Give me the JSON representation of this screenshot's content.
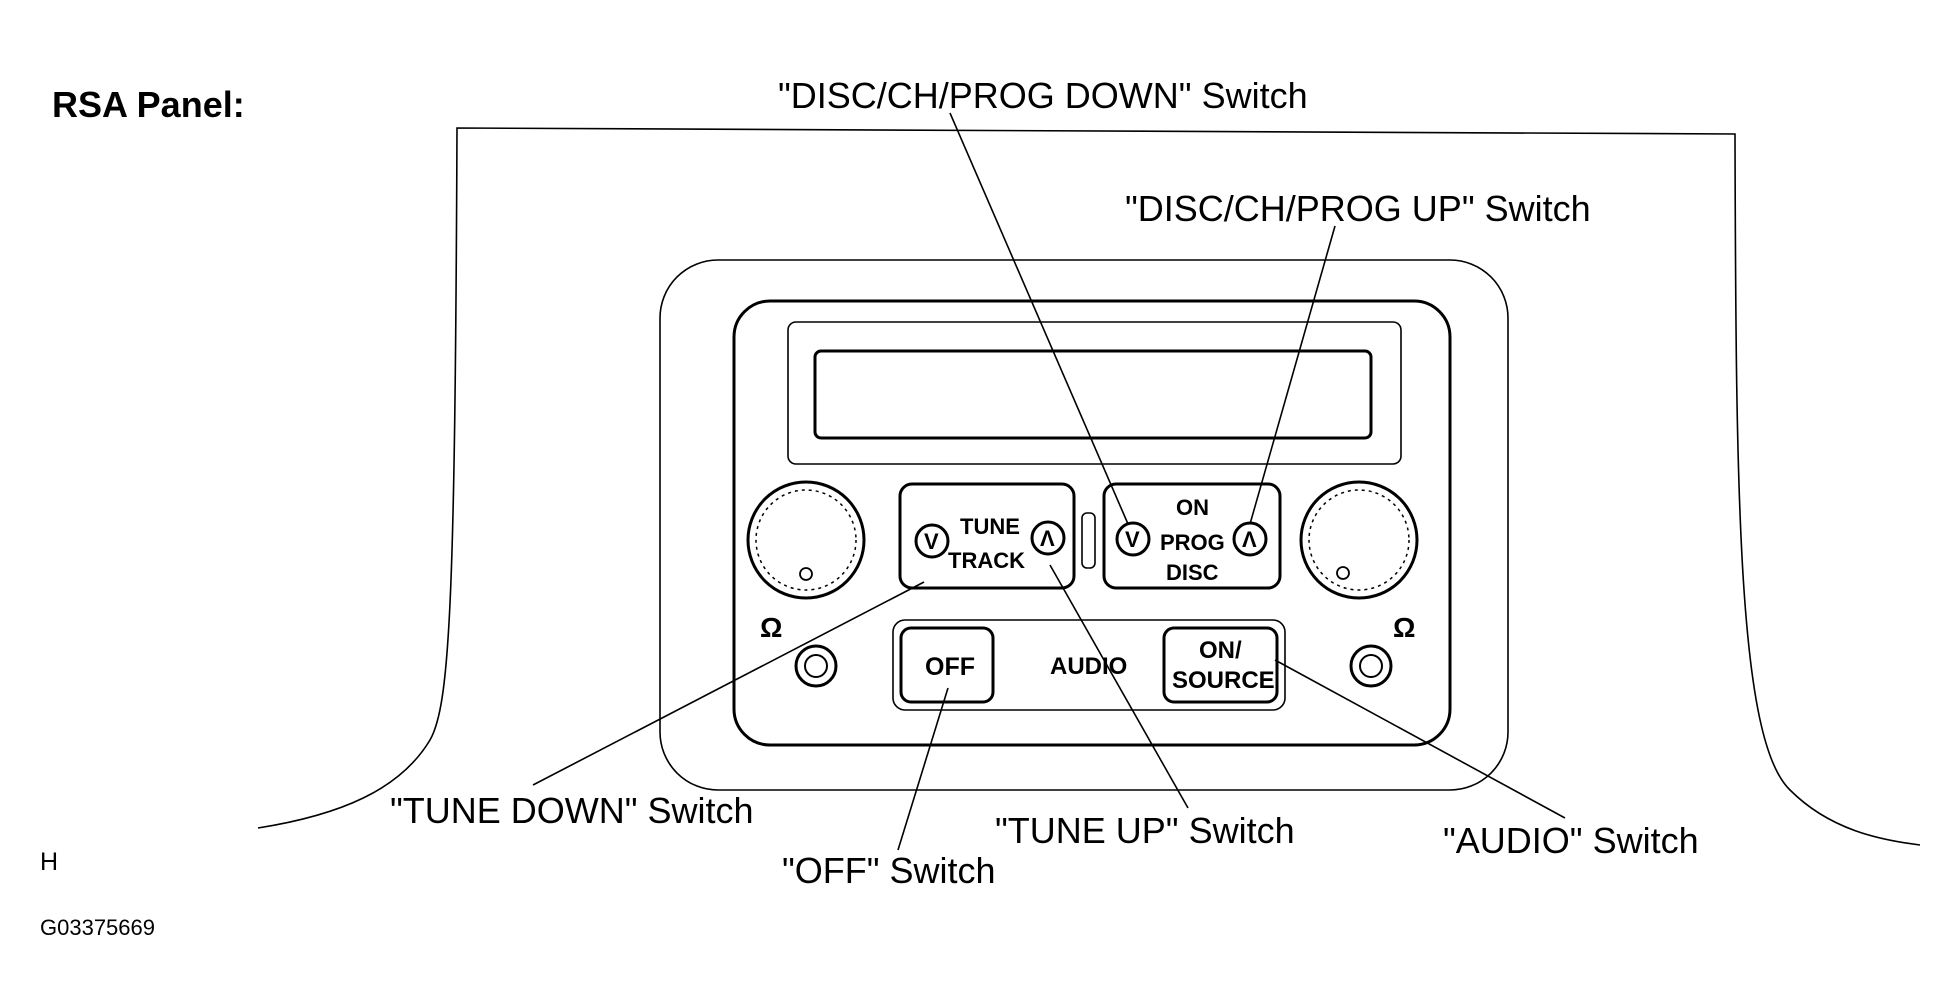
{
  "title": "RSA Panel:",
  "callouts": {
    "disc_down": "\"DISC/CH/PROG DOWN\" Switch",
    "disc_up": "\"DISC/CH/PROG UP\" Switch",
    "tune_down": "\"TUNE DOWN\" Switch",
    "tune_up": "\"TUNE UP\" Switch",
    "off": "\"OFF\" Switch",
    "audio": "\"AUDIO\" Switch"
  },
  "panel": {
    "tune_label_1": "TUNE",
    "tune_label_2": "TRACK",
    "prog_label_1": "ON",
    "prog_label_2": "PROG",
    "prog_label_3": "DISC",
    "off_button": "OFF",
    "audio_label": "AUDIO",
    "source_label_1": "ON/",
    "source_label_2": "SOURCE",
    "down_arrow": "V",
    "up_arrow": "Λ",
    "headphone_icon": "headphone-icon"
  },
  "footer": {
    "corner_letter": "H",
    "figure_code": "G03375669"
  }
}
